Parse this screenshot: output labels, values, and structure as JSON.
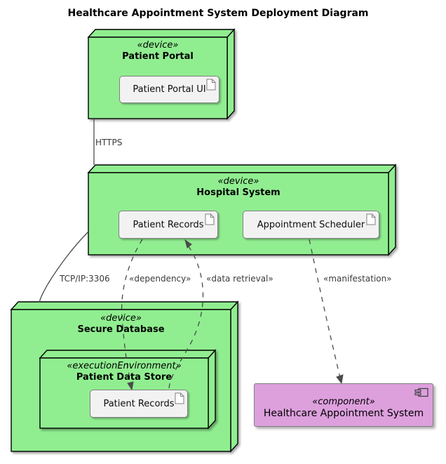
{
  "title": "Healthcare Appointment System Deployment Diagram",
  "colors": {
    "bg": "#FFFFFF",
    "node_fill": "#90EE90",
    "node_stroke": "#000000",
    "component_fill": "#F2F2F2",
    "component_stroke": "#808080",
    "artifact_fill": "#DDA0DD",
    "artifact_stroke": "#7E7E7E",
    "edge_color": "#4B4B4B",
    "label_color": "#3B3B3B"
  },
  "nodes": {
    "patient_portal": {
      "stereotype": "«device»",
      "name": "Patient Portal"
    },
    "hospital_system": {
      "stereotype": "«device»",
      "name": "Hospital System"
    },
    "secure_database": {
      "stereotype": "«device»",
      "name": "Secure Database"
    },
    "patient_data_store": {
      "stereotype": "«executionEnvironment»",
      "name": "Patient Data Store"
    }
  },
  "components": {
    "patient_portal_ui": {
      "label": "Patient Portal UI"
    },
    "patient_records_hospital": {
      "label": "Patient Records"
    },
    "appointment_scheduler": {
      "label": "Appointment Scheduler"
    },
    "patient_records_db": {
      "label": "Patient Records"
    },
    "healthcare_appointment_system": {
      "stereotype": "«component»",
      "name": "Healthcare Appointment System"
    }
  },
  "edges": {
    "https": {
      "label": "HTTPS"
    },
    "tcp": {
      "label": "TCP/IP:3306"
    },
    "dependency": {
      "label": "«dependency»"
    },
    "data_retrieval": {
      "label": "«data retrieval»"
    },
    "manifestation": {
      "label": "«manifestation»"
    }
  }
}
